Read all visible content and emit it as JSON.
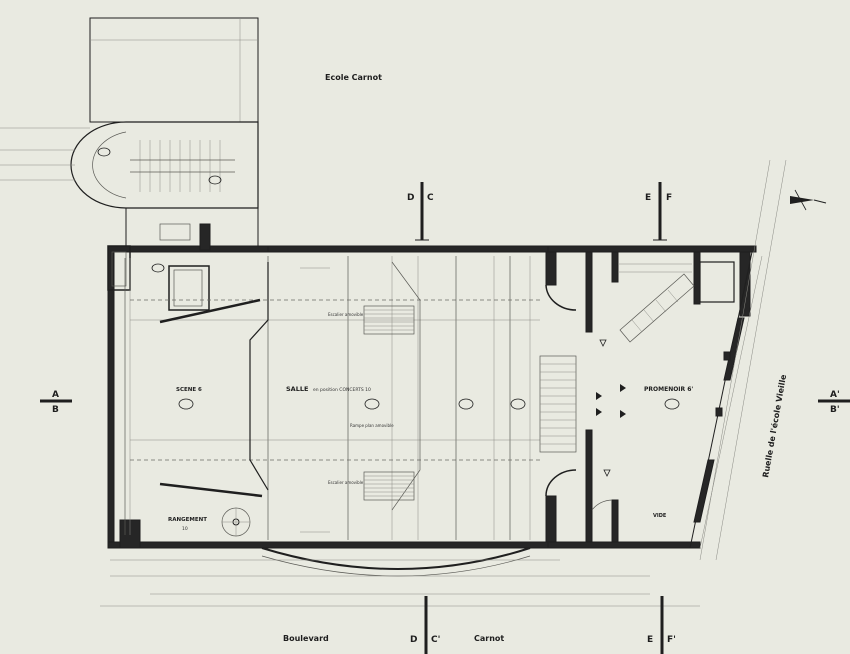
{
  "labels": {
    "ecole_carnot": "Ecole Carnot",
    "boulevard": "Boulevard",
    "carnot": "Carnot",
    "scene": "SCENE 6",
    "salle": "SALLE",
    "salle_detail": "en position CONCERTS 10",
    "promenoir": "PROMENOIR 6'",
    "rangement": "RANGEMENT",
    "rangement_no": "10",
    "vide": "VIDE",
    "ruelle": "Ruelle  de  l'école  Vieille",
    "escalier_1": "Escalier amovible",
    "escalier_2": "Escalier amovible",
    "rampe": "Rampe plan amovible"
  },
  "section_marks": {
    "a_left": "A",
    "b_left": "B",
    "a_right": "A'",
    "b_right": "B'",
    "d_top": "D",
    "c_top": "C",
    "e_top": "E",
    "f_top": "F",
    "d_bottom": "D",
    "c_bottom": "C'",
    "e_bottom": "E",
    "f_bottom": "F'"
  },
  "icons": {
    "north_arrow": "north-arrow-icon"
  },
  "colors": {
    "paper": "#e9eae1",
    "ink": "#1f1f1f"
  }
}
